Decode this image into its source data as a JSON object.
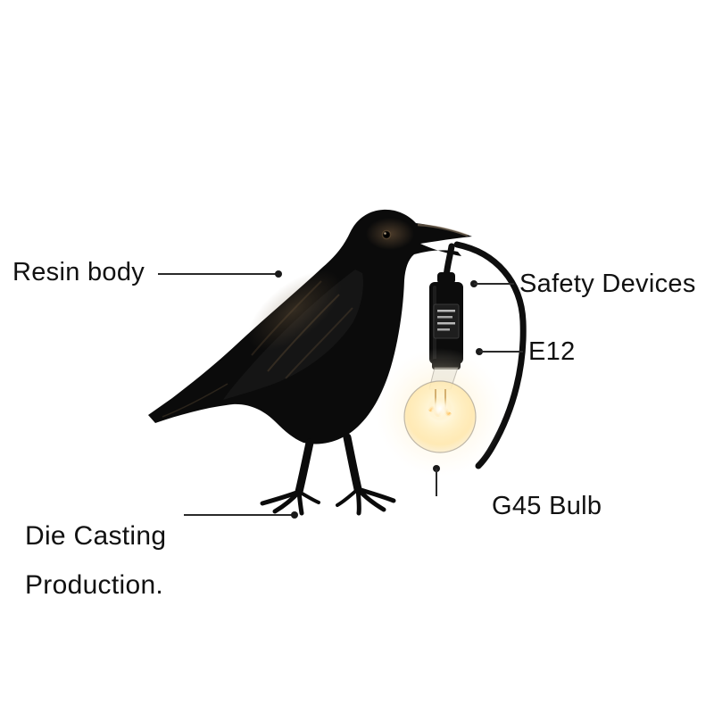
{
  "scene": {
    "description": "Annotated product image of a black crow bird lamp holding a cord with an E12 socket and glowing G45 bulb",
    "background": "#ffffff"
  },
  "colors": {
    "bird": "#0b0b0b",
    "wing": "#151515",
    "cord": "#0e0e0e",
    "socket": "#0c0c0c",
    "callout_line": "#2a2a2a",
    "callout_dot": "#1a1a1a",
    "text": "#111111",
    "glow": "#ffe9b8"
  },
  "labels": {
    "resin_body": "Resin body",
    "safety_devices": "Safety Devices",
    "e12": "E12",
    "g45_bulb": "G45 Bulb",
    "die_casting_line1": "Die Casting",
    "die_casting_line2": "Production."
  }
}
